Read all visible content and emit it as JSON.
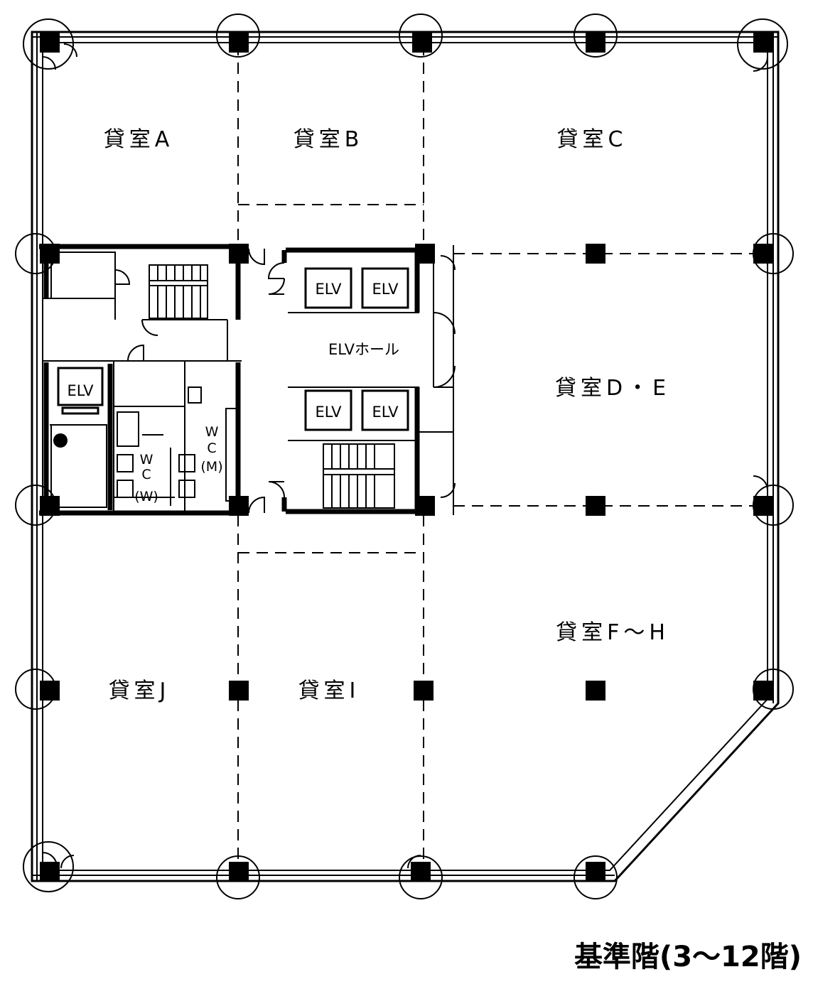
{
  "rooms": {
    "a": "貸室A",
    "b": "貸室B",
    "c": "貸室C",
    "de": "貸室D・E",
    "fh": "貸室F〜H",
    "i": "貸室I",
    "j": "貸室J"
  },
  "core": {
    "elv": "ELV",
    "elv_hall": "ELVホール",
    "wc_w": [
      "W",
      "C",
      "(W)"
    ],
    "wc_m": [
      "W",
      "C",
      "(M)"
    ]
  },
  "caption": "基準階(3〜12階)"
}
